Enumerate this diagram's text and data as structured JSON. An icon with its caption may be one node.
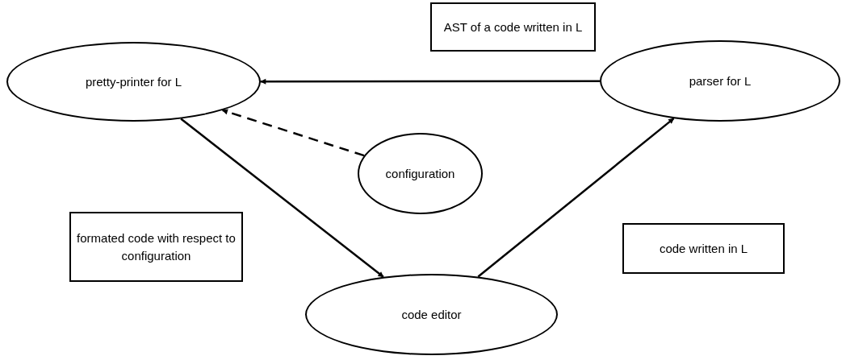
{
  "diagram": {
    "nodes": [
      {
        "text": [
          "AST of a code written in L"
        ]
      },
      {
        "text": [
          "pretty-printer for L"
        ]
      },
      {
        "text": [
          "parser for L"
        ]
      },
      {
        "text": [
          "configuration"
        ]
      },
      {
        "text": [
          "formated code with respect to configuration"
        ]
      },
      {
        "text": [
          "code written in L"
        ]
      },
      {
        "text": [
          "code editor"
        ]
      }
    ],
    "edges": [
      {
        "from": 2,
        "to": 1,
        "arrow": "to"
      },
      {
        "from": 3,
        "to": 1,
        "arrow": "to",
        "style": "dashed"
      },
      {
        "from": 1,
        "to": 6,
        "arrow": "to"
      },
      {
        "from": 6,
        "to": 2,
        "arrow": "to"
      }
    ]
  }
}
